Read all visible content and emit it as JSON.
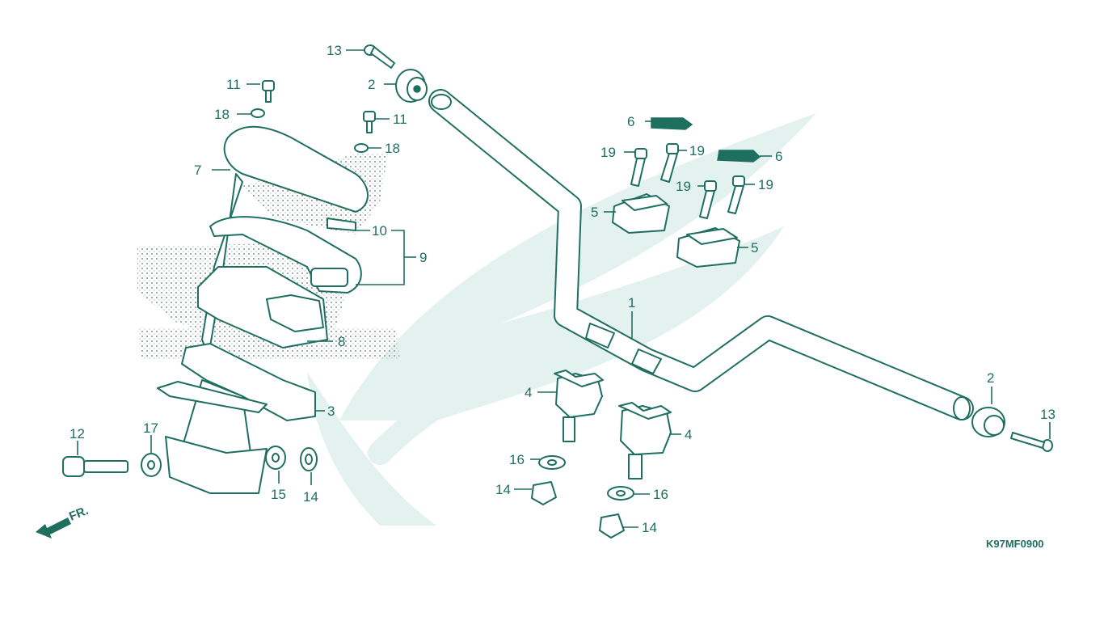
{
  "diagram_code": "K97MF0900",
  "front_marker": "FR.",
  "colors": {
    "ink": "#1f6f61",
    "watermark": "#e3f2ee",
    "background": "#ffffff"
  },
  "callouts": {
    "c1": "1",
    "c2a": "2",
    "c2b": "2",
    "c3": "3",
    "c4a": "4",
    "c4b": "4",
    "c5a": "5",
    "c5b": "5",
    "c6a": "6",
    "c6b": "6",
    "c7": "7",
    "c8": "8",
    "c9": "9",
    "c10": "10",
    "c11a": "11",
    "c11b": "11",
    "c12": "12",
    "c13a": "13",
    "c13b": "13",
    "c14a": "14",
    "c14b": "14",
    "c14c": "14",
    "c15": "15",
    "c16a": "16",
    "c16b": "16",
    "c17": "17",
    "c18a": "18",
    "c18b": "18",
    "c19a": "19",
    "c19b": "19",
    "c19c": "19",
    "c19d": "19"
  }
}
